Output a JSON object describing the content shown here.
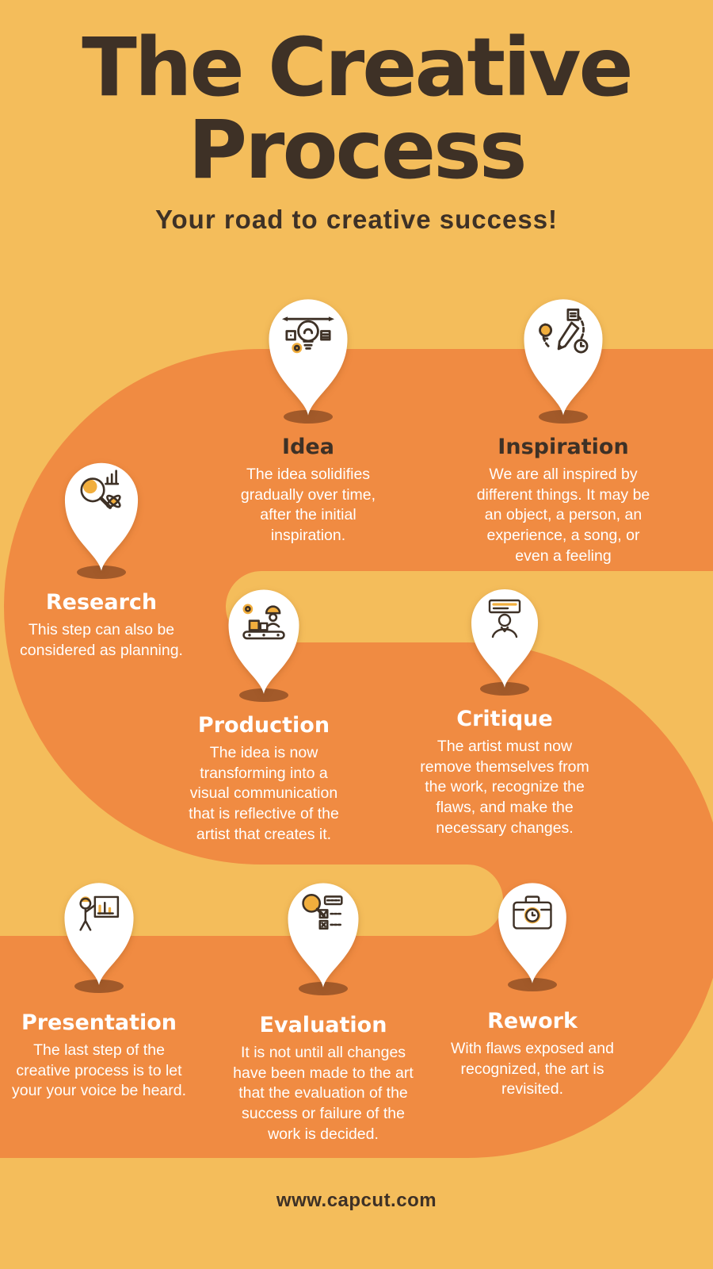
{
  "title": "The Creative Process",
  "subtitle": "Your road to creative success!",
  "footer": "www.capcut.com",
  "colors": {
    "background": "#F4BD5B",
    "road": "#F08B42",
    "title_text": "#3E3126",
    "body_text": "#FFFFFF",
    "pin_fill": "#FFFFFF",
    "pin_shadow": "#A25A2A",
    "icon_accent": "#F1AE3D"
  },
  "steps": [
    {
      "id": "idea",
      "title": "Idea",
      "icon": "lightbulb-idea-icon",
      "description": "The idea solidifies gradually over time, after the initial inspiration."
    },
    {
      "id": "inspiration",
      "title": "Inspiration",
      "icon": "pencil-inspiration-icon",
      "description": "We are all inspired by different things.  It may be an object, a person, an experience, a song, or even a feeling"
    },
    {
      "id": "research",
      "title": "Research",
      "icon": "magnifier-research-icon",
      "description": "This step can also be considered as planning."
    },
    {
      "id": "production",
      "title": "Production",
      "icon": "conveyor-production-icon",
      "description": "The idea is now transforming into a visual communication that is reflective of the artist that creates it."
    },
    {
      "id": "critique",
      "title": "Critique",
      "icon": "person-board-critique-icon",
      "description": "The artist must now remove themselves from the work, recognize the flaws, and make the necessary changes."
    },
    {
      "id": "presentation",
      "title": "Presentation",
      "icon": "speaker-presentation-icon",
      "description": "The last step of the creative process is to let your your voice be heard."
    },
    {
      "id": "evaluation",
      "title": "Evaluation",
      "icon": "checklist-evaluation-icon",
      "description": "It is not until all changes have been made to the art that the evaluation of the success or failure of the work is decided."
    },
    {
      "id": "rework",
      "title": "Rework",
      "icon": "toolbox-clock-rework-icon",
      "description": "With flaws exposed and recognized, the art is revisited."
    }
  ]
}
